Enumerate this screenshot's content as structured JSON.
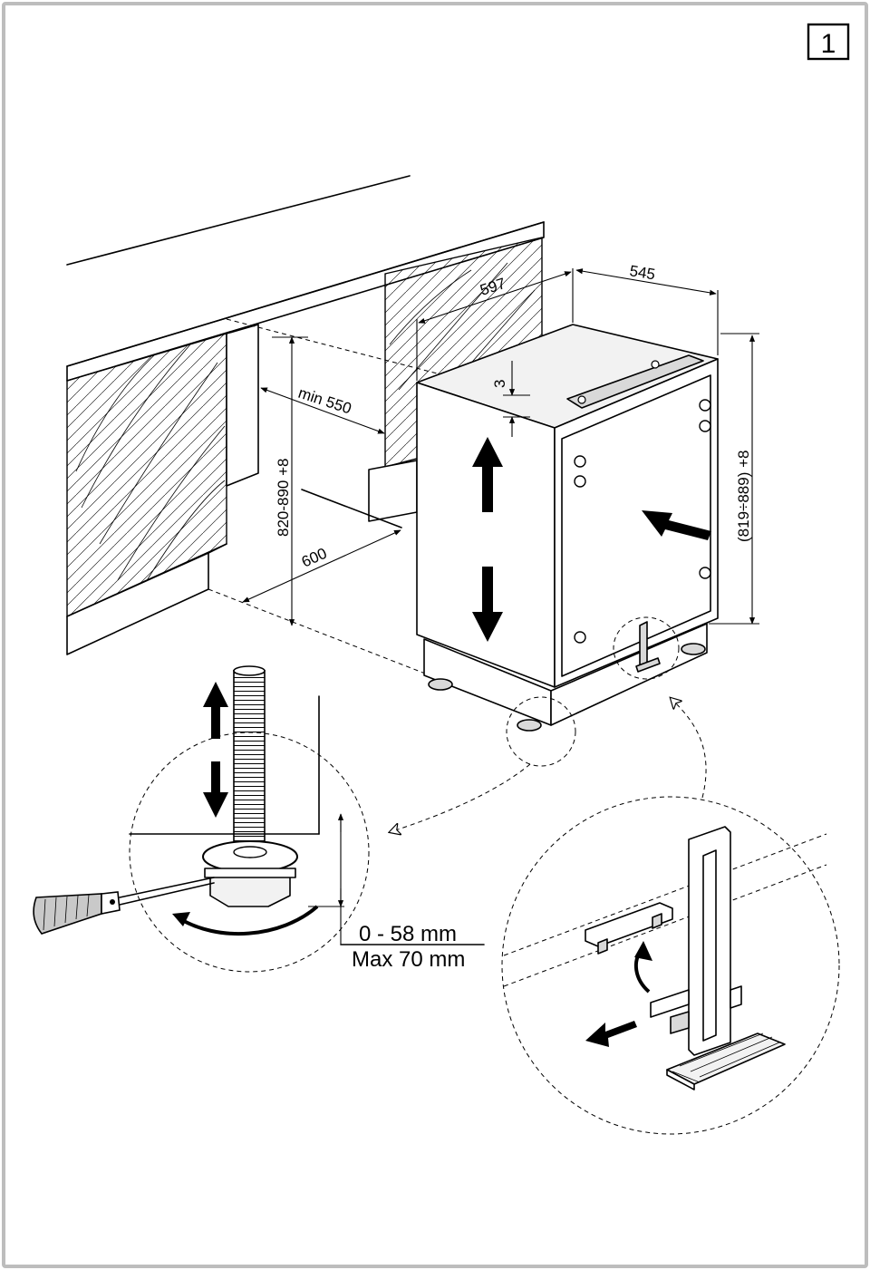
{
  "figure": {
    "number": "1"
  },
  "dimensions": {
    "width": "597",
    "depth": "545",
    "gap": "3",
    "niche_depth": "min 550",
    "niche_height": "820-890 +8",
    "niche_width": "600",
    "appliance_height": "(819÷889) +8"
  },
  "foot_adjustment": {
    "range": "0 - 58 mm",
    "max": "Max 70 mm"
  },
  "icons": [
    "screwdriver-icon",
    "up-arrow-icon",
    "down-arrow-icon",
    "push-arrow-icon",
    "rotate-arrow-icon",
    "curved-arrow-icon"
  ]
}
